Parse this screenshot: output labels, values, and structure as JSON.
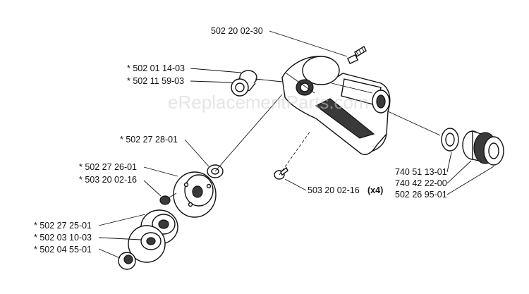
{
  "watermark": "eReplacementParts.com",
  "callouts": {
    "top_bolt": "502 20 02-30",
    "cap_a": "* 502 01 14-03",
    "cap_b": "* 502 11 59-03",
    "washer": "* 502 27 28-01",
    "flange_a": "* 502 27 26-01",
    "flange_b": "* 503 20 02-16",
    "cup_a": "* 502 27 25-01",
    "cup_b": "* 502 03 10-03",
    "nut": "* 502 04 55-01",
    "screws": "503 20 02-16",
    "screws_qty": "(x4)",
    "seal": "740 51 13-01",
    "bearing": "740 42 22-00",
    "sleeve": "502 26 95-01"
  }
}
